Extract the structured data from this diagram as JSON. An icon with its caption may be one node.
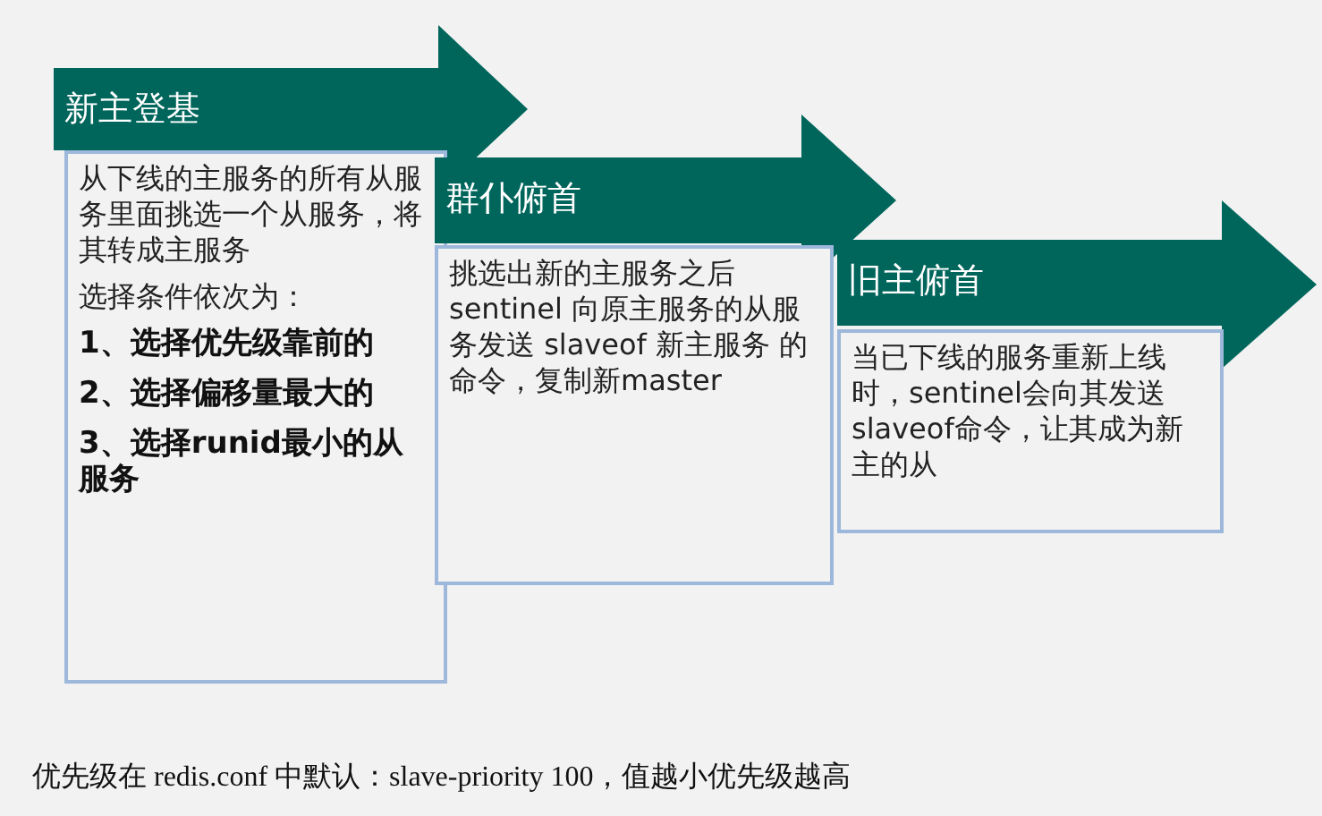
{
  "diagram": {
    "nodes": [
      {
        "text": [
          "新主登基"
        ]
      },
      {
        "text": [
          "从下线的主服务的所有从服务里面挑选一个从服务，将其转成主服务",
          "选择条件依次为：",
          "1、选择优先级靠前的",
          "2、选择偏移量最大的",
          "3、选择runid最小的从服务"
        ]
      },
      {
        "text": [
          "群仆俯首"
        ]
      },
      {
        "text": [
          "挑选出新的主服务之后sentinel 向原主服务的从服务发送 slaveof 新主服务 的命令，复制新master"
        ]
      },
      {
        "text": [
          "旧主俯首"
        ]
      },
      {
        "text": [
          "当已下线的服务重新上线时，sentinel会向其发送slaveof命令，让其成为新主的从"
        ]
      }
    ],
    "labels": [
      "优先级在 redis.conf 中默认：slave-priority 100，值越小优先级越高"
    ]
  }
}
